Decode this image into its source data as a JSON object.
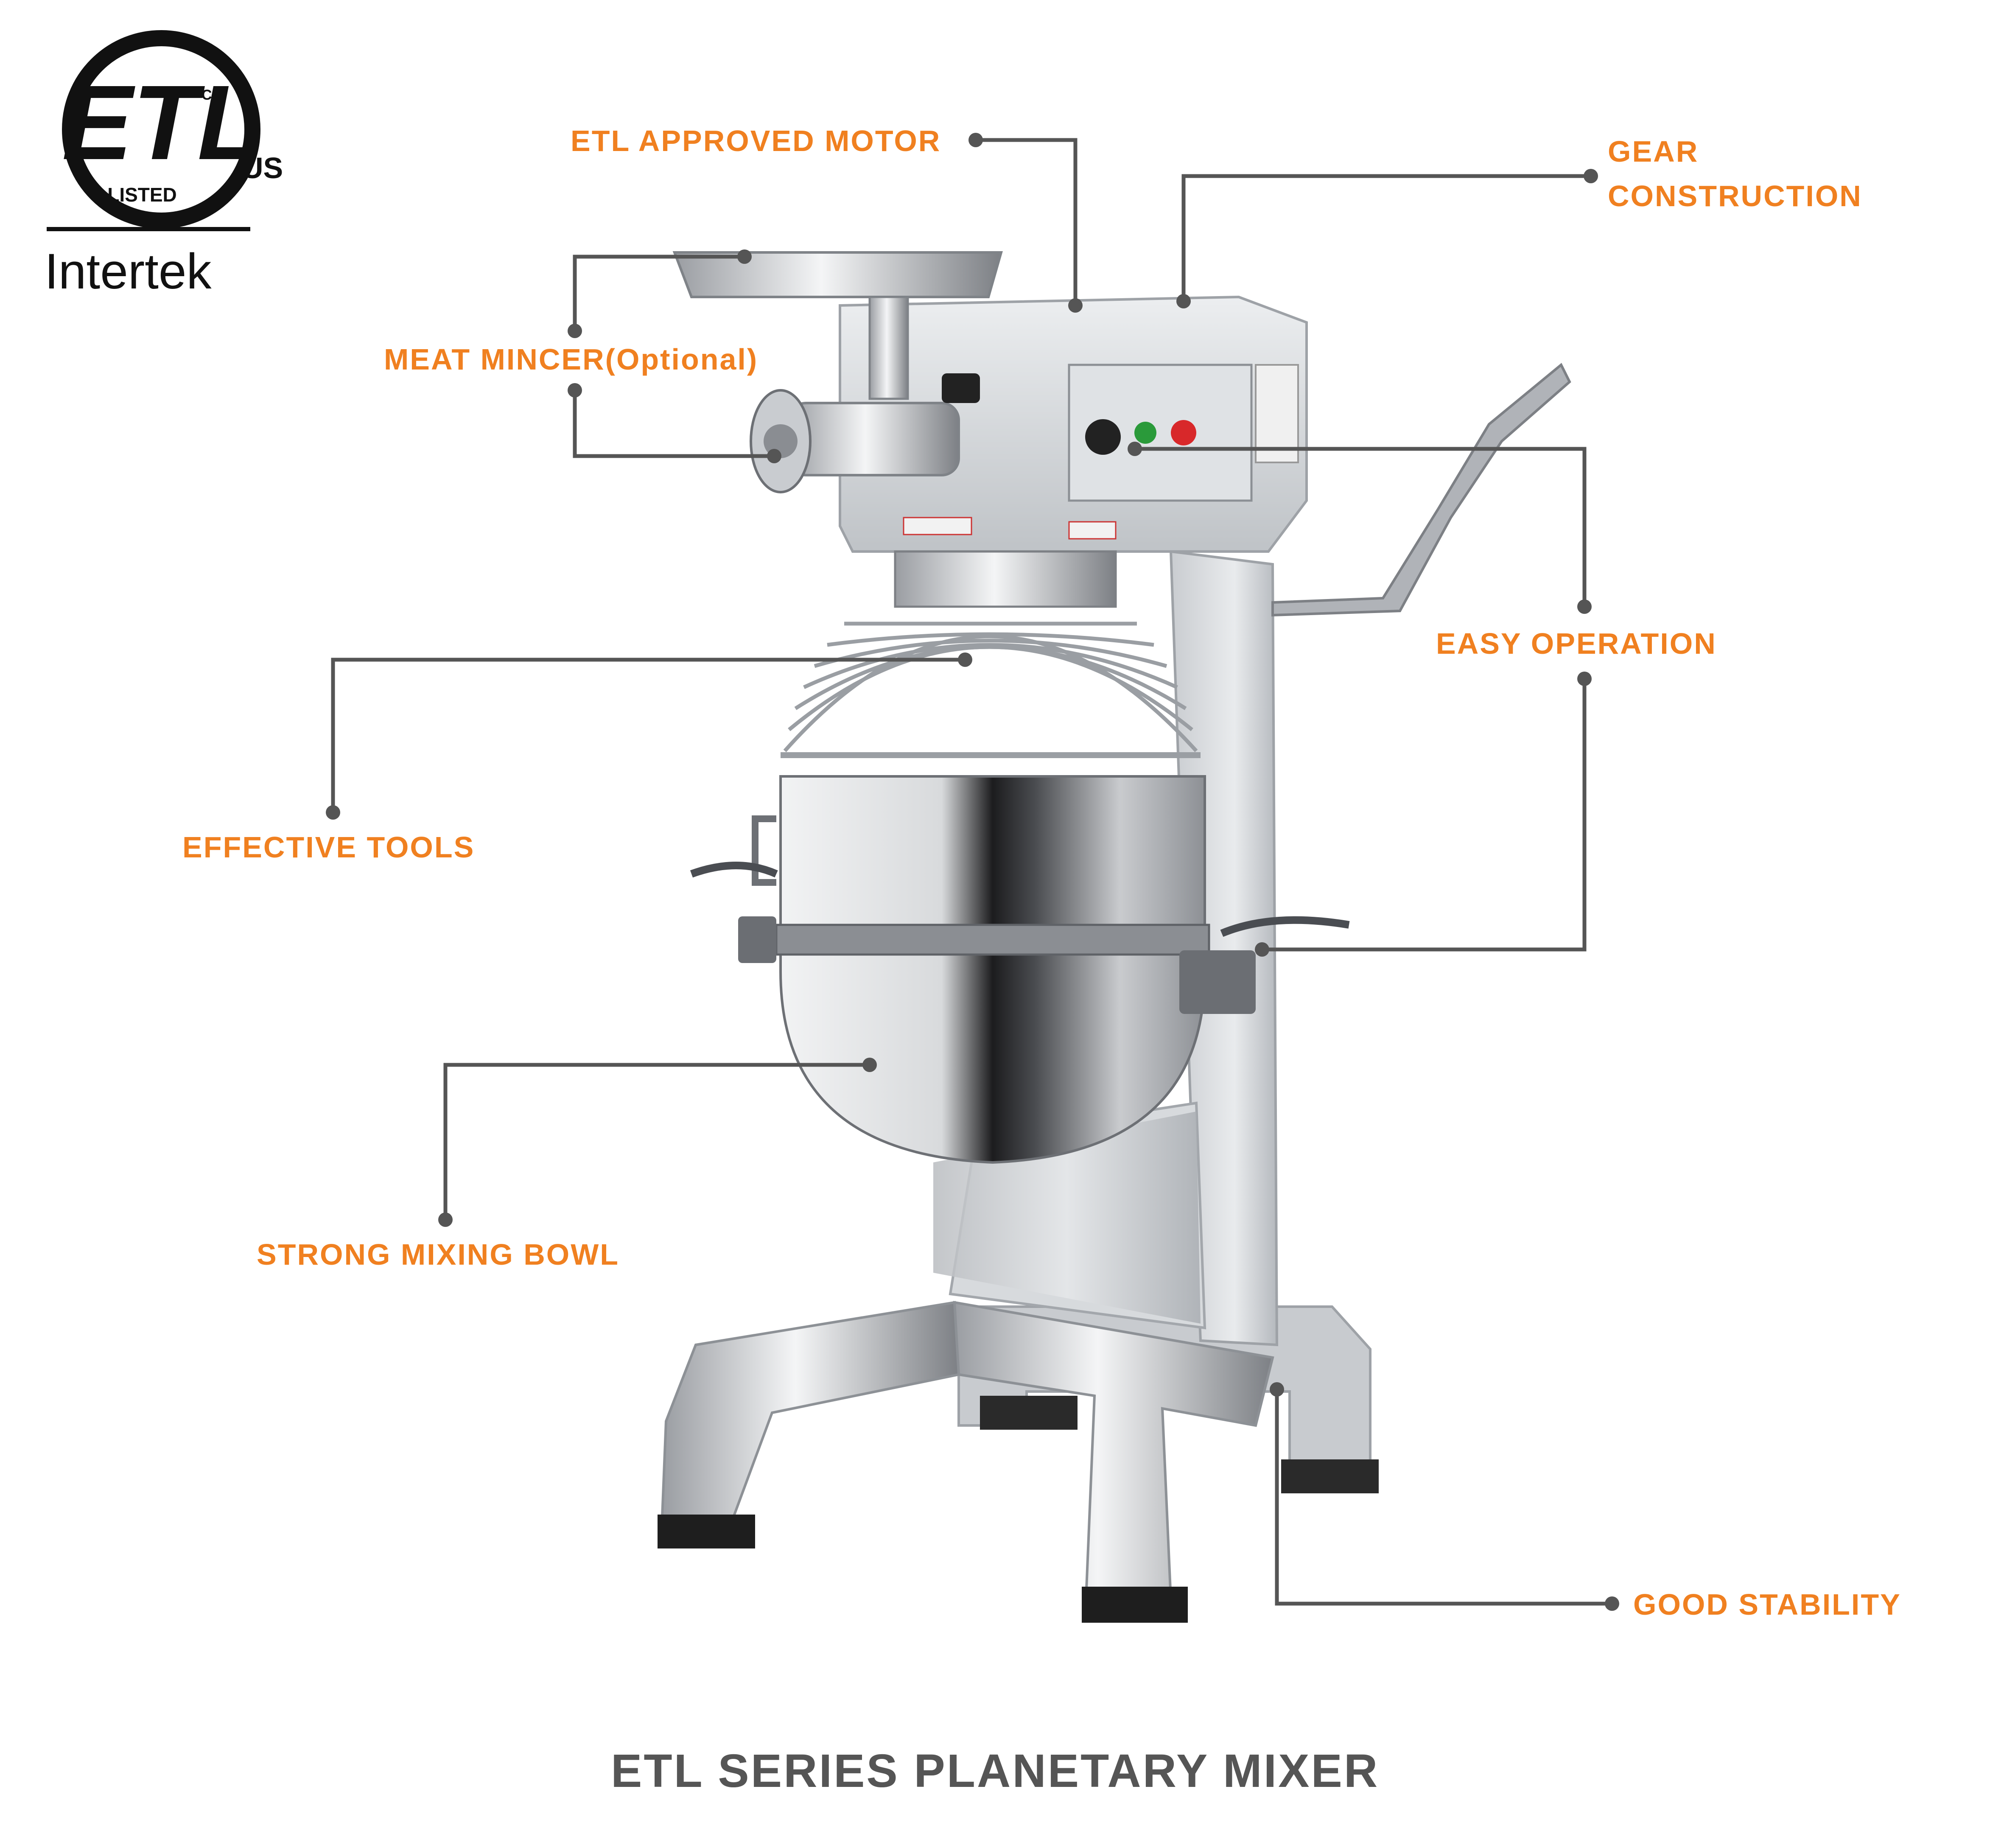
{
  "colors": {
    "accent": "#F08020",
    "leader": "#555555",
    "caption": "#555555",
    "logo": "#111111"
  },
  "logo": {
    "mark": "ETL",
    "registered": "CM",
    "listed": "LISTED",
    "country": "US",
    "company": "Intertek"
  },
  "features": {
    "etl_motor": "ETL APPROVED MOTOR",
    "gear_line1": "GEAR",
    "gear_line2": "CONSTRUCTION",
    "meat_mincer": "MEAT MINCER(Optional)",
    "easy_operation": "EASY OPERATION",
    "effective_tools": "EFFECTIVE TOOLS",
    "strong_bowl": "STRONG MIXING BOWL",
    "good_stability": "GOOD STABILITY"
  },
  "caption": "ETL SERIES PLANETARY MIXER"
}
